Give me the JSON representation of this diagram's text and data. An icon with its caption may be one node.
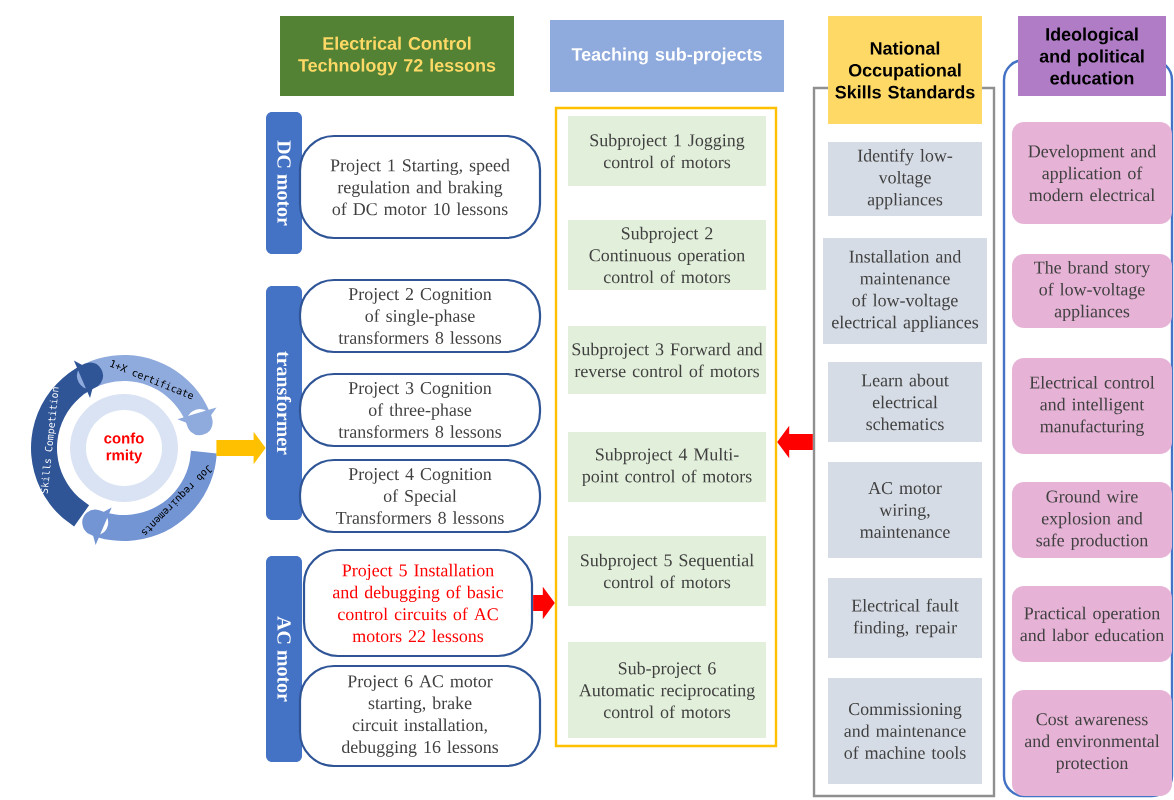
{
  "diagram": {
    "nodes": [
      {
        "text": [
          "confo rmity"
        ]
      },
      {
        "text": [
          "Electrical Control Technology 72 lessons"
        ]
      },
      {
        "text": [
          "DC motor"
        ]
      },
      {
        "text": [
          "transformer"
        ]
      },
      {
        "text": [
          "AC motor"
        ]
      },
      {
        "text": [
          "Project 1 Starting, speed regulation and braking of DC motor 10 lessons"
        ]
      },
      {
        "text": [
          "Project 2 Cognition of single-phase transformers  8 lessons"
        ]
      },
      {
        "text": [
          "Project 3 Cognition of three-phase transformers 8 lessons"
        ]
      },
      {
        "text": [
          "Project 4 Cognition of Special Transformers 8 lessons"
        ]
      },
      {
        "text": [
          "Project 5 Installation and debugging of basic control circuits of AC motors 22 lessons"
        ]
      },
      {
        "text": [
          "Project 6 AC motor starting, brake circuit installation, debugging 16 lessons"
        ]
      },
      {
        "text": [
          "Teaching sub-projects"
        ]
      },
      {
        "text": [],
        "shape": "box"
      },
      {
        "text": [
          "Subproject 1 Jogging control of motors"
        ],
        "in": 12
      },
      {
        "text": [
          "Subproject 2 Continuous operation control of motors"
        ],
        "in": 12
      },
      {
        "text": [
          "Subproject 3 Forward and reverse control of motors"
        ],
        "in": 12
      },
      {
        "text": [
          "Subproject 4 Multi-point control of motors"
        ],
        "in": 12
      },
      {
        "text": [
          "Subproject 5 Sequential control of motors"
        ],
        "in": 12
      },
      {
        "text": [
          "Sub-project 6 Automatic reciprocating control of motors"
        ],
        "in": 12
      },
      {
        "text": [],
        "shape": "box"
      },
      {
        "text": [
          "National Occupational Skills Standards"
        ]
      },
      {
        "text": [
          "Identify low-voltage appliances"
        ],
        "in": 19
      },
      {
        "text": [
          "Installation and maintenance of low-voltage electrical appliances"
        ],
        "in": 19
      },
      {
        "text": [
          "Learn about electrical schematics"
        ],
        "in": 19
      },
      {
        "text": [
          "AC motor wiring, maintenance"
        ],
        "in": 19
      },
      {
        "text": [
          "Electrical fault finding, repair"
        ],
        "in": 19
      },
      {
        "text": [
          "Commissioning and maintenance of machine tools"
        ],
        "in": 19
      },
      {
        "text": [],
        "shape": "box"
      },
      {
        "text": [
          "Ideological and political education"
        ]
      },
      {
        "text": [
          "Development and application of modern electrical"
        ],
        "in": 27
      },
      {
        "text": [
          "The brand story of low-voltage appliances"
        ],
        "in": 27
      },
      {
        "text": [
          "Electrical control and intelligent manufacturing"
        ],
        "in": 27
      },
      {
        "text": [
          "Ground wire explosion and safe production"
        ],
        "in": 27
      },
      {
        "text": [
          "Practical operation and labor education"
        ],
        "in": 27
      },
      {
        "text": [
          "Cost awareness and environmental protection"
        ],
        "in": 27
      }
    ],
    "edges": [
      {
        "from": 0,
        "to": 3,
        "arrow": "to",
        "color": "#ffc000"
      },
      {
        "from": 9,
        "to": 12,
        "arrow": "to",
        "color": "#ff0000"
      },
      {
        "from": 19,
        "to": 12,
        "arrow": "to",
        "color": "#ff0000"
      }
    ],
    "labels": [
      "1+X certificate",
      "Job requirements",
      "Skills Competition"
    ]
  }
}
